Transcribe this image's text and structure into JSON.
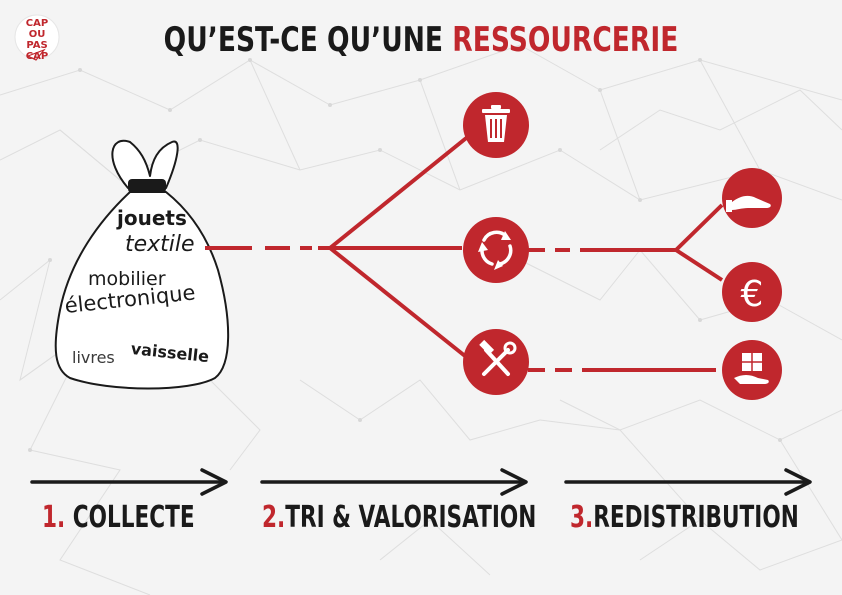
{
  "logo": {
    "line1": "CAP",
    "line2": "OU",
    "line3": "PAS CAP"
  },
  "title": {
    "part1": "QU’EST-CE QU’UNE ",
    "part2": "RESSOURCERIE"
  },
  "bag_words": {
    "w1": "jouets",
    "w2": "textile",
    "w3": "mobilier",
    "w4": "électronique",
    "w5": "livres",
    "w6": "vaisselle"
  },
  "icons": {
    "trash": "trash-icon",
    "recycle": "recycle-icon",
    "repair": "hammer-wrench-icon",
    "give": "hand-give-icon",
    "euro": "euro-icon",
    "donate": "box-hand-icon",
    "euro_glyph": "€"
  },
  "steps": [
    {
      "num": "1.",
      "label": " COLLECTE"
    },
    {
      "num": "2.",
      "label": "TRI & VALORISATION"
    },
    {
      "num": "3.",
      "label": "REDISTRIBUTION"
    }
  ],
  "colors": {
    "accent": "#c0272d",
    "dark": "#1a1a1a",
    "network": "#dcdcdc"
  }
}
